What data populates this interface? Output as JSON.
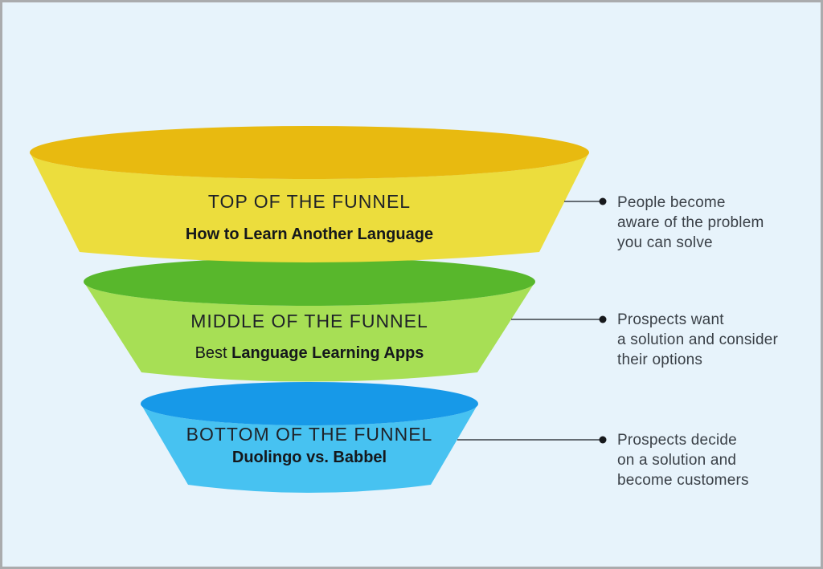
{
  "canvas": {
    "background_color": "#e7f3fb",
    "border_color": "#aaabad"
  },
  "funnel": {
    "connector_color": "#3a3f46",
    "dot_color": "#17191c",
    "tiers": [
      {
        "name": "top",
        "title": "TOP OF THE FUNNEL",
        "subtitle_regular": "",
        "subtitle_bold": "How to Learn Another Language",
        "body_color": "#ecdd3d",
        "rim_color": "#e8ba10",
        "annotation": "People become\naware of the problem\nyou can solve"
      },
      {
        "name": "middle",
        "title": "MIDDLE OF THE FUNNEL",
        "subtitle_regular": "Best ",
        "subtitle_bold": "Language Learning Apps",
        "body_color": "#a7df55",
        "rim_color": "#58b72c",
        "annotation": "Prospects want\na solution and consider\ntheir options"
      },
      {
        "name": "bottom",
        "title": "BOTTOM OF THE FUNNEL",
        "subtitle_regular": "",
        "subtitle_bold": "Duolingo vs. Babbel",
        "body_color": "#47c2f1",
        "rim_color": "#1799e8",
        "annotation": "Prospects decide\non a solution and\nbecome customers"
      }
    ]
  }
}
